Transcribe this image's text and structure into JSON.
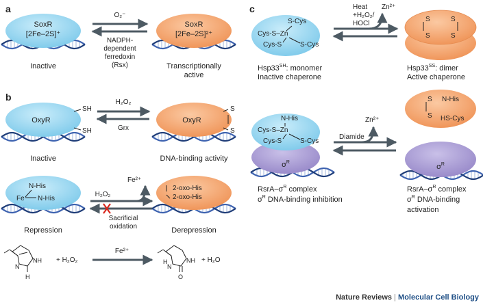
{
  "colors": {
    "blue_fill": "#8fd3ef",
    "orange_fill": "#f4a46c",
    "purple_fill": "#a99bd3",
    "arrow": "#4d5a63",
    "dna_blue": "#3e63b0",
    "dna_dark": "#1f3d78",
    "cross": "#d9261c"
  },
  "panel_a": {
    "letter": "a",
    "left_box_line1": "SoxR",
    "left_box_line2": "[2Fe–2S]⁺",
    "right_box_line1": "SoxR",
    "right_box_line2": "[2Fe–2S]²⁺",
    "forward_label": "O₂⁻",
    "reverse_label_1": "NADPH-",
    "reverse_label_2": "dependent",
    "reverse_label_3": "ferredoxin",
    "reverse_label_4": "(Rsx)",
    "left_caption": "Inactive",
    "right_caption_1": "Transcriptionally",
    "right_caption_2": "active"
  },
  "panel_b": {
    "letter": "b",
    "left_box": "OxyR",
    "left_thiol_top": "SH",
    "left_thiol_bottom": "SH",
    "right_box": "OxyR",
    "right_s_top": "S",
    "right_s_bottom": "S",
    "forward_label": "H₂O₂",
    "reverse_label": "Grx",
    "left_caption": "Inactive",
    "right_caption": "DNA-binding activity",
    "lower_left_his1": "N-His",
    "lower_left_his2": "N-His",
    "lower_left_fe": "Fe",
    "lower_right_line1": "2-oxo-His",
    "lower_right_line2": "2-oxo-His",
    "lower_forward_label": "H₂O₂",
    "lower_released": "Fe²⁺",
    "lower_reverse_label_1": "Sacrificial",
    "lower_reverse_label_2": "oxidation",
    "lower_left_caption": "Repression",
    "lower_right_caption": "Derepression",
    "reaction_plus_1": "+ H₂O₂",
    "reaction_catalyst": "Fe²⁺",
    "reaction_plus_2": "+ H₂O",
    "ring_n1": "N",
    "ring_nh": "NH",
    "ring_h": "H",
    "ring_o": "O",
    "ring_n2": "N",
    "ring_nh2": "NH",
    "ring_h2": "H"
  },
  "panel_c": {
    "letter": "c",
    "top_left_s1": "S-Cys",
    "top_left_center": "Cys-S–Zn",
    "top_left_s2": "Cys-S",
    "top_left_s3": "S-Cys",
    "top_forward_1": "Heat",
    "top_forward_2": "+H₂O₂/",
    "top_forward_3": "HOCl",
    "top_released": "Zn²⁺",
    "top_right_s1": "S",
    "top_right_s2": "S",
    "top_right_s3": "S",
    "top_right_s4": "S",
    "top_left_caption_1": "Hsp33",
    "top_left_caption_sup": "SH",
    "top_left_caption_1b": ": monomer",
    "top_left_caption_2": "Inactive chaperone",
    "top_right_caption_1": "Hsp33",
    "top_right_caption_sup": "SS",
    "top_right_caption_1b": ": dimer",
    "top_right_caption_2": "Active chaperone",
    "bottom_left_his": "N-His",
    "bottom_left_center": "Cys-S–Zn",
    "bottom_left_s2": "Cys-S",
    "bottom_left_s3": "S-Cys",
    "bottom_left_sigma": "σ",
    "bottom_left_sigma_sup": "R",
    "bottom_forward": "Diamide",
    "bottom_released": "Zn²⁺",
    "bottom_right_s1": "S",
    "bottom_right_s2": "S",
    "bottom_right_his": "N-His",
    "bottom_right_cys": "HS-Cys",
    "bottom_right_sigma": "σ",
    "bottom_right_sigma_sup": "R",
    "bottom_left_caption_1": "RsrA–σ",
    "bottom_left_caption_1_sup": "R",
    "bottom_left_caption_1b": " complex",
    "bottom_left_caption_2": "σ",
    "bottom_left_caption_2_sup": "R",
    "bottom_left_caption_2b": " DNA-binding inhibition",
    "bottom_right_caption_1": "RsrA–σ",
    "bottom_right_caption_1_sup": "R",
    "bottom_right_caption_1b": " complex",
    "bottom_right_caption_2": "σ",
    "bottom_right_caption_2_sup": "R",
    "bottom_right_caption_2b": " DNA-binding",
    "bottom_right_caption_3": "activation"
  },
  "footer": {
    "journal": "Nature Reviews",
    "separator": " | ",
    "section": "Molecular Cell Biology"
  }
}
